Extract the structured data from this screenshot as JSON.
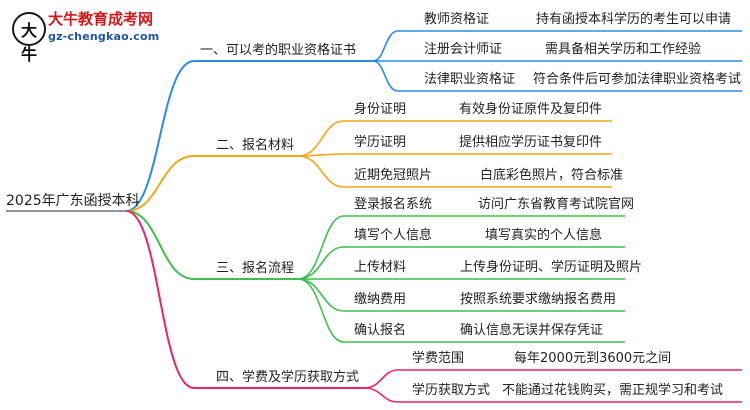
{
  "logo": {
    "glyph": "大牛",
    "name": "大牛教育成考网",
    "url": "gz-chengkao.com"
  },
  "root": "2025年广东函授本科",
  "branches": [
    {
      "label": "一、可以考的职业资格证书",
      "color": "#2a8be8",
      "items": [
        {
          "key": "教师资格证",
          "value": "持有函授本科学历的考生可以申请"
        },
        {
          "key": "注册会计师证",
          "value": "需具备相关学历和工作经验"
        },
        {
          "key": "法律职业资格证",
          "value": "符合条件后可参加法律职业资格考试"
        }
      ]
    },
    {
      "label": "二、报名材料",
      "color": "#f0a814",
      "items": [
        {
          "key": "身份证明",
          "value": "有效身份证原件及复印件"
        },
        {
          "key": "学历证明",
          "value": "提供相应学历证书复印件"
        },
        {
          "key": "近期免冠照片",
          "value": "白底彩色照片，符合标准"
        }
      ]
    },
    {
      "label": "三、报名流程",
      "color": "#3fbf4f",
      "items": [
        {
          "key": "登录报名系统",
          "value": "访问广东省教育考试院官网"
        },
        {
          "key": "填写个人信息",
          "value": "填写真实的个人信息"
        },
        {
          "key": "上传材料",
          "value": "上传身份证明、学历证明及照片"
        },
        {
          "key": "缴纳费用",
          "value": "按照系统要求缴纳报名费用"
        },
        {
          "key": "确认报名",
          "value": "确认信息无误并保存凭证"
        }
      ]
    },
    {
      "label": "四、学费及学历获取方式",
      "color": "#e8256e",
      "items": [
        {
          "key": "学费范围",
          "value": "每年2000元到3600元之间"
        },
        {
          "key": "学历获取方式",
          "value": "不能通过花钱购买，需正规学习和考试"
        }
      ]
    }
  ]
}
